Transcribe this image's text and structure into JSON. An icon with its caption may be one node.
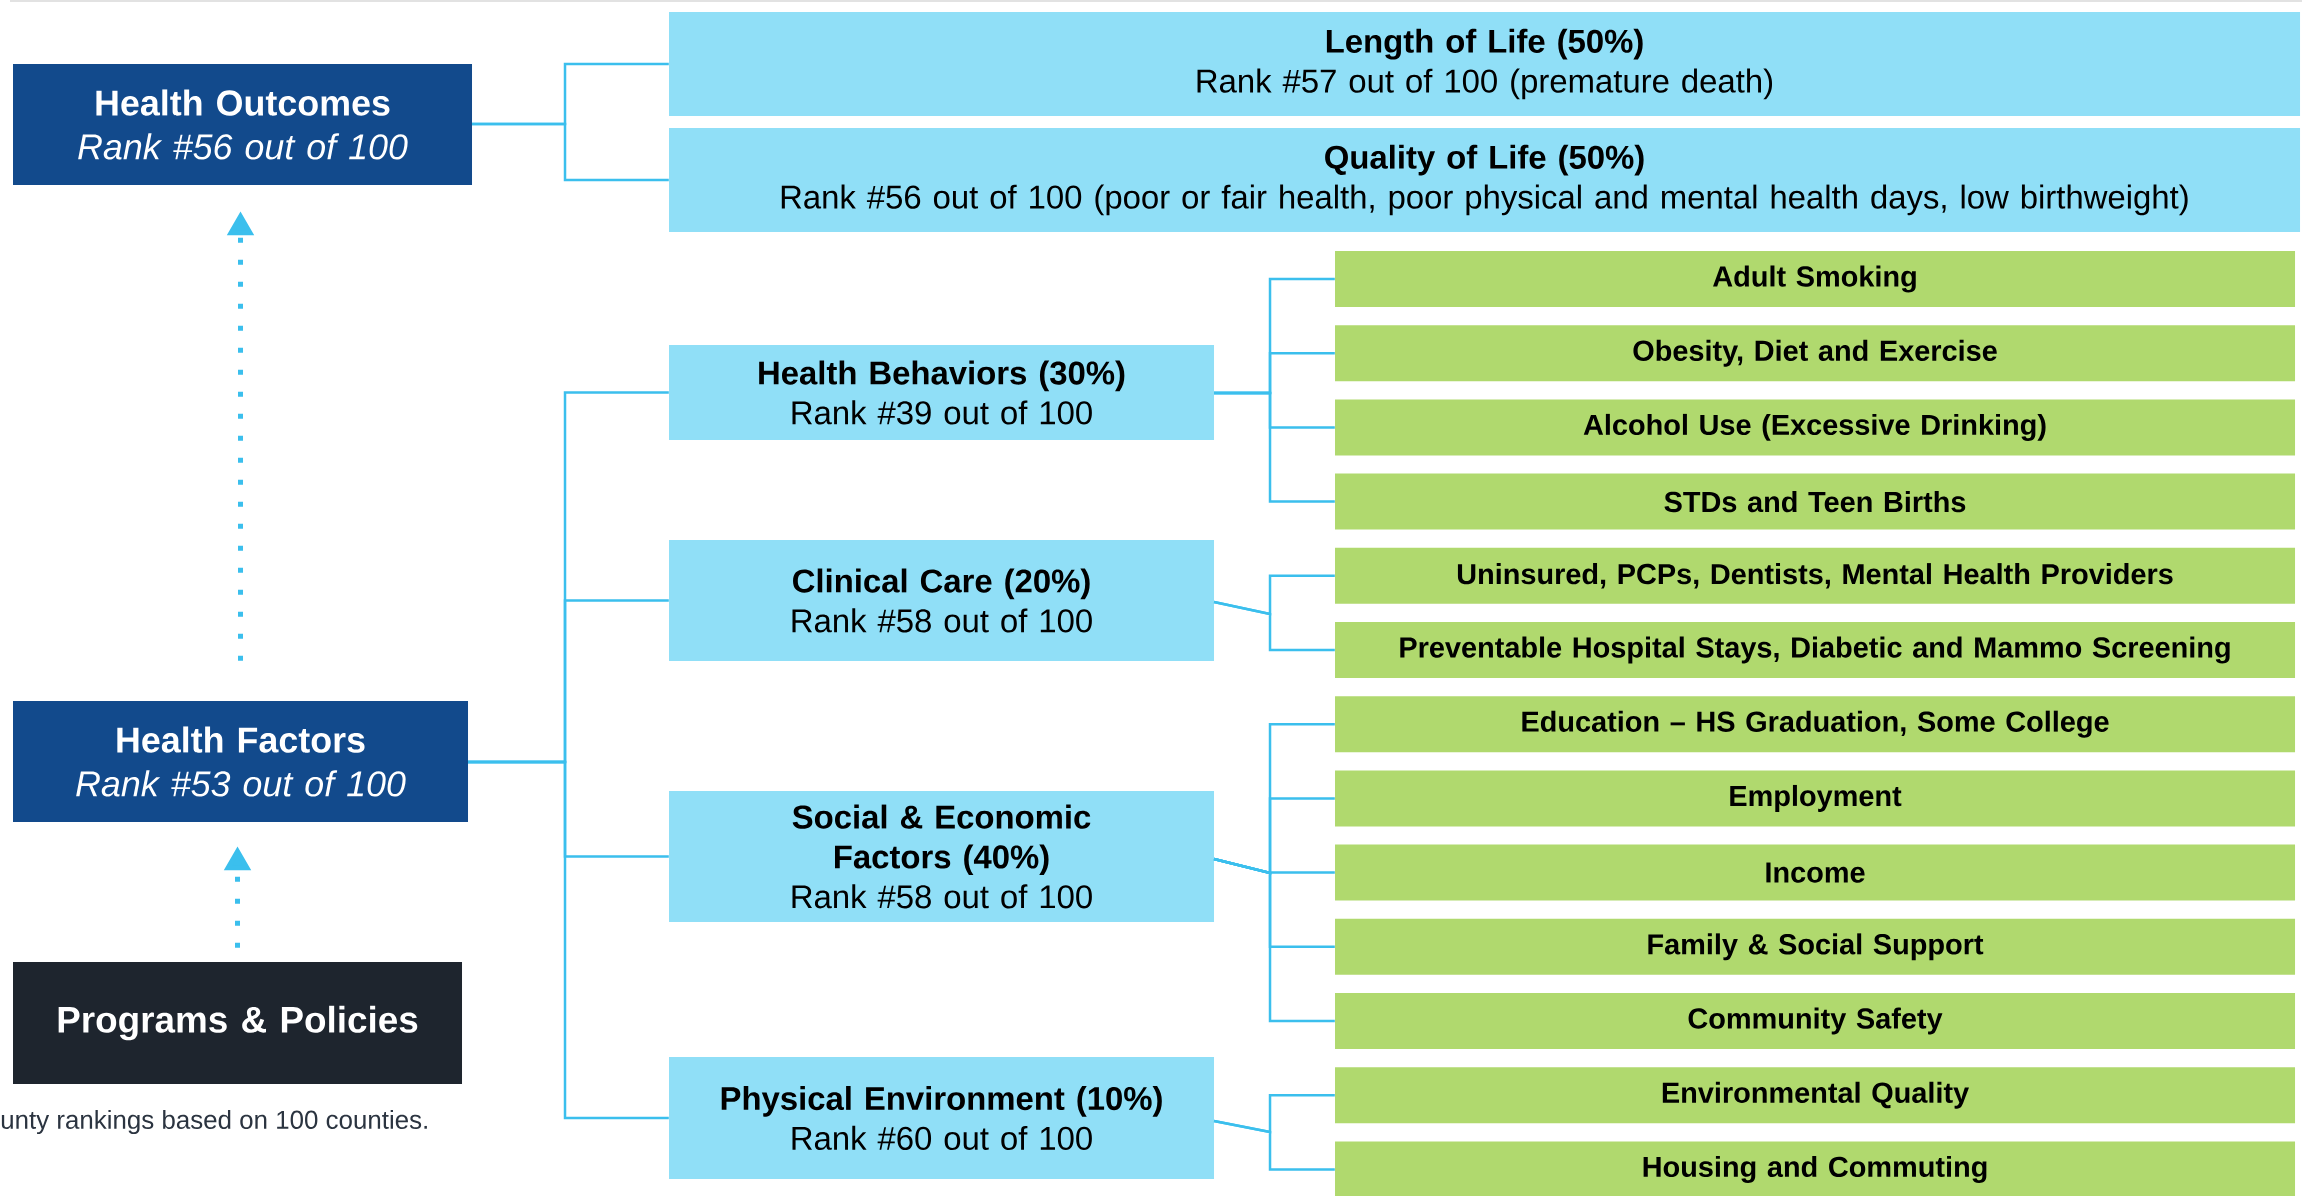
{
  "diagram": {
    "nodes": [
      {
        "text": [
          "Health Outcomes",
          "Rank #56 out of 100"
        ]
      },
      {
        "text": [
          "Length of Life (50%)",
          "Rank #57 out of 100 (premature death)"
        ]
      },
      {
        "text": [
          "Quality of Life (50%)",
          "Rank #56 out of 100 (poor or fair health, poor physical and mental health days, low birthweight)"
        ]
      },
      {
        "text": [
          "Health Factors",
          "Rank #53 out of 100"
        ]
      },
      {
        "text": [
          "Programs & Policies"
        ]
      },
      {
        "text": [
          "Health Behaviors (30%)",
          "Rank #39 out of 100"
        ]
      },
      {
        "text": [
          "Adult Smoking"
        ]
      },
      {
        "text": [
          "Obesity, Diet and Exercise"
        ]
      },
      {
        "text": [
          "Alcohol Use (Excessive Drinking)"
        ]
      },
      {
        "text": [
          "STDs and Teen Births"
        ]
      },
      {
        "text": [
          "Clinical Care (20%)",
          "Rank #58 out of 100"
        ]
      },
      {
        "text": [
          "Uninsured, PCPs, Dentists, Mental Health Providers"
        ]
      },
      {
        "text": [
          "Preventable Hospital Stays, Diabetic and Mammo Screening"
        ]
      },
      {
        "text": [
          "Social & Economic Factors (40%)",
          "Rank #58 out of 100"
        ]
      },
      {
        "text": [
          "Education – HS Graduation, Some College"
        ]
      },
      {
        "text": [
          "Employment"
        ]
      },
      {
        "text": [
          "Income"
        ]
      },
      {
        "text": [
          "Family & Social Support"
        ]
      },
      {
        "text": [
          "Community Safety"
        ]
      },
      {
        "text": [
          "Physical Environment (10%)",
          "Rank #60 out of 100"
        ]
      },
      {
        "text": [
          "Environmental Quality"
        ]
      },
      {
        "text": [
          "Housing and Commuting"
        ]
      }
    ],
    "edges": [
      {
        "from": 0,
        "to": 1,
        "arrow": "none"
      },
      {
        "from": 0,
        "to": 2,
        "arrow": "none"
      },
      {
        "from": 3,
        "to": 0,
        "arrow": "to",
        "style": "dashed"
      },
      {
        "from": 3,
        "to": 5,
        "arrow": "none"
      },
      {
        "from": 3,
        "to": 10,
        "arrow": "none"
      },
      {
        "from": 3,
        "to": 13,
        "arrow": "none"
      },
      {
        "from": 3,
        "to": 19,
        "arrow": "none"
      },
      {
        "from": 4,
        "to": 3,
        "arrow": "to",
        "style": "dashed"
      },
      {
        "from": 5,
        "to": 6,
        "arrow": "none"
      },
      {
        "from": 5,
        "to": 7,
        "arrow": "none"
      },
      {
        "from": 5,
        "to": 8,
        "arrow": "none"
      },
      {
        "from": 5,
        "to": 9,
        "arrow": "none"
      },
      {
        "from": 10,
        "to": 11,
        "arrow": "none"
      },
      {
        "from": 10,
        "to": 12,
        "arrow": "none"
      },
      {
        "from": 13,
        "to": 14,
        "arrow": "none"
      },
      {
        "from": 13,
        "to": 15,
        "arrow": "none"
      },
      {
        "from": 13,
        "to": 16,
        "arrow": "none"
      },
      {
        "from": 13,
        "to": 17,
        "arrow": "none"
      },
      {
        "from": 13,
        "to": 18,
        "arrow": "none"
      },
      {
        "from": 19,
        "to": 20,
        "arrow": "none"
      },
      {
        "from": 19,
        "to": 21,
        "arrow": "none"
      }
    ],
    "labels": [
      "unty rankings based on 100 counties."
    ]
  }
}
